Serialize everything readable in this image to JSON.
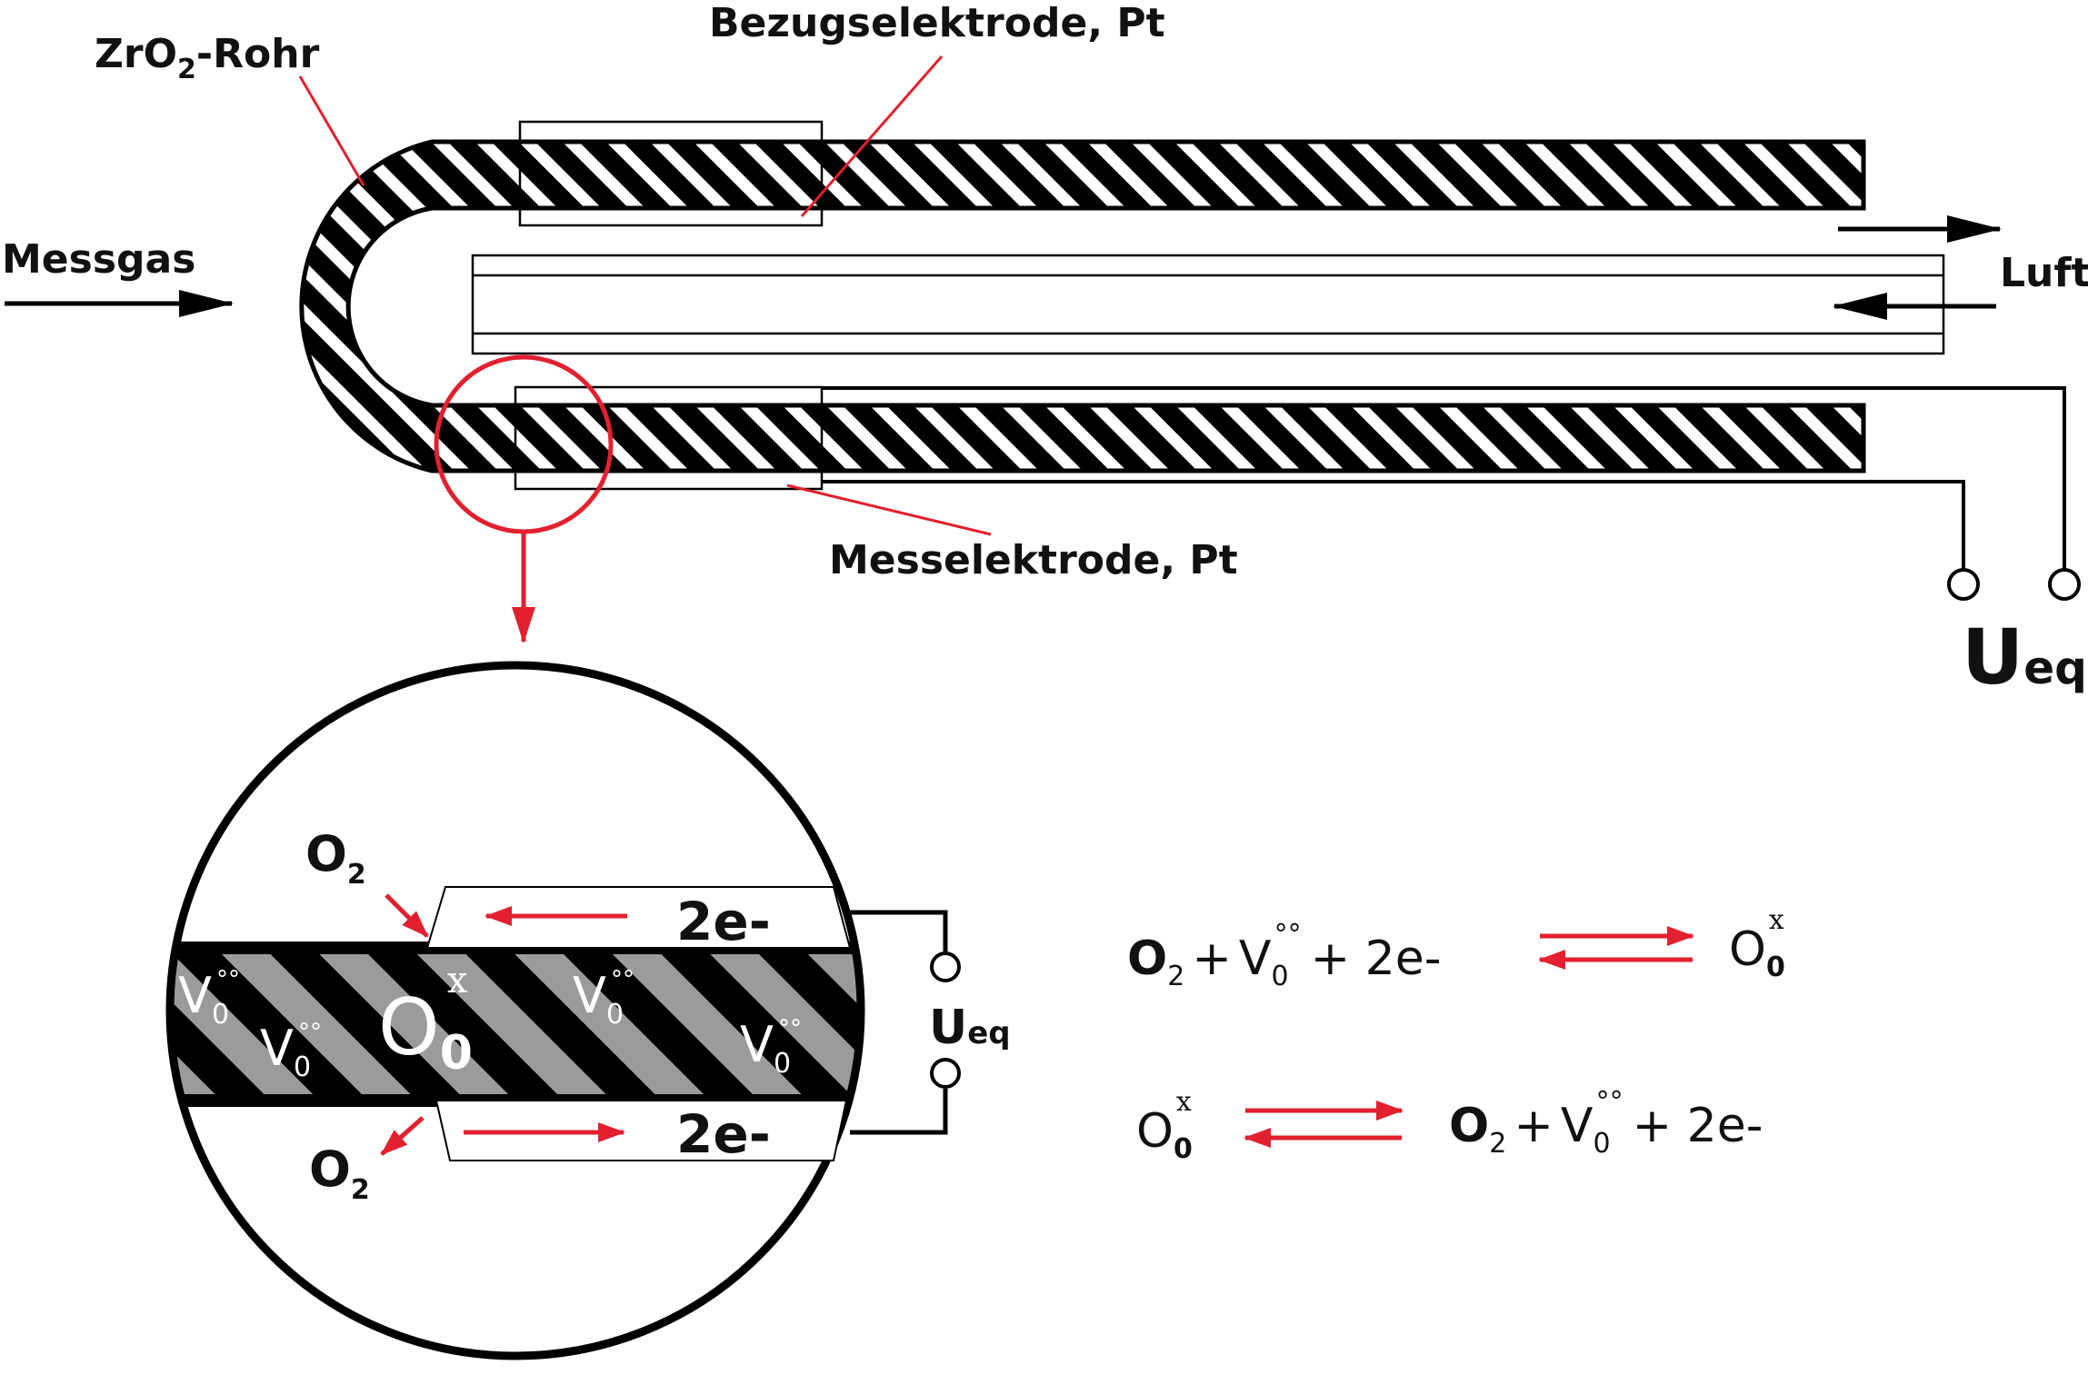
{
  "labels": {
    "tube": {
      "pre": "ZrO",
      "sub": "2",
      "post": "-Rohr"
    },
    "reference_electrode": "Bezugselektrode, Pt",
    "measuring_electrode": "Messelektrode, Pt",
    "measuring_gas": "Messgas",
    "air": "Luft",
    "voltage": {
      "main": "U",
      "sub": "eq"
    }
  },
  "detail": {
    "o2_top": {
      "main": "O",
      "sub": "2"
    },
    "o2_bottom": {
      "main": "O",
      "sub": "2"
    },
    "electron_top": "2e-",
    "electron_bottom": "2e-",
    "voltage": {
      "main": "U",
      "sub": "eq"
    },
    "vacancy": {
      "main": "V",
      "sub": "0",
      "sup": "°°"
    },
    "oxide_ion": {
      "main": "O",
      "sub": "0",
      "sup": "x"
    }
  },
  "reactions": [
    {
      "left": [
        {
          "main": "O",
          "sub": "2",
          "bold": true
        },
        {
          "text": "+"
        },
        {
          "main": "V",
          "sub": "0",
          "sup": "°°"
        },
        {
          "text": "+ 2e-"
        }
      ],
      "right": [
        {
          "main": "O",
          "sub": "0",
          "sup": "x"
        }
      ]
    },
    {
      "left": [
        {
          "main": "O",
          "sub": "0",
          "sup": "x"
        }
      ],
      "right": [
        {
          "main": "O",
          "sub": "2",
          "bold": true
        },
        {
          "text": "+"
        },
        {
          "main": "V",
          "sub": "0",
          "sup": "°°"
        },
        {
          "text": "+ 2e-"
        }
      ]
    }
  ],
  "colors": {
    "line": "#000000",
    "accent": "#e2202f",
    "hatch_dark": "#000000",
    "hatch_light": "#ffffff",
    "hatch_detail_light": "#9b9b9b"
  }
}
